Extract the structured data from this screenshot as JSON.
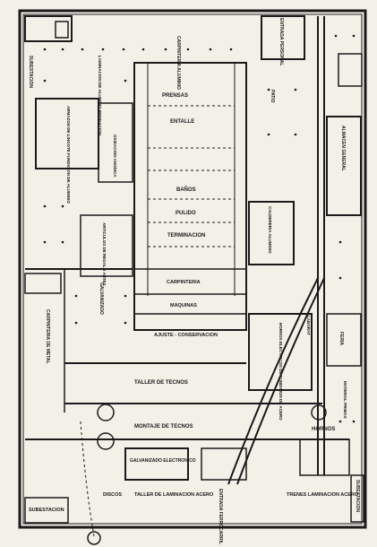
{
  "labels": {
    "cubiertas_alumnio": "CARPINTERIA ALUMINIO",
    "entrada_personal": "ENTRADA PERSONAL",
    "sub_top": "SUBESTACION",
    "laminacion_aluminio": "LAMINACION DE ALUMINIO REFINACION",
    "prensas": "PRENSAS",
    "entalle": "ENTALLE",
    "patio": "PATIO",
    "almacen_general": "ALMACEN GENERAL",
    "fundicion_aluminio": "ARMAZON DE LINGOTE FUNDICION DE ALUMINIO",
    "oxidacion": "OXIDACION ANODICA",
    "banos": "BAÑOS",
    "pulido": "PULIDO",
    "terminacion": "TERMINACION",
    "cochera": "CALDERERIA ALUMINIO",
    "cuarto_izq": "ARTICULOS DE REGALO ARTES",
    "carpinteria": "CARPINTERIA",
    "maquinas": "MAQUINAS",
    "ajuste": "AJUSTE - CONSERVACION",
    "galvanizado_left": "GALVANIZADO",
    "carpinteria_metal": "CARPINTERIA DE METAL",
    "hornos_electricos": "HORNOS ELECTRICOS DE FUNDICION DE ACERO",
    "labor": "LABORAT",
    "otra": "FERIA",
    "material_primas": "MATERIAL PRIMAS",
    "taller_tecnos": "TALLER DE TECNOS",
    "montaje_tecnos": "MONTAJE DE TECNOS",
    "hornos": "HORNOS",
    "galvanizado_elec": "GALVANIZADO ELECTRONICO",
    "subestacion_low": "SUBESTACION",
    "discos": "DISCOS",
    "taller_laminacion": "TALLER DE LAMINACION ACERO",
    "entrada_ferrocarril": "ENTRADA FERROCARRIL",
    "trenes_laminacion": "TRENES LAMINACION ACERO",
    "subestacion_right": "SUBESTACION",
    "laboratorio": "LAB"
  }
}
